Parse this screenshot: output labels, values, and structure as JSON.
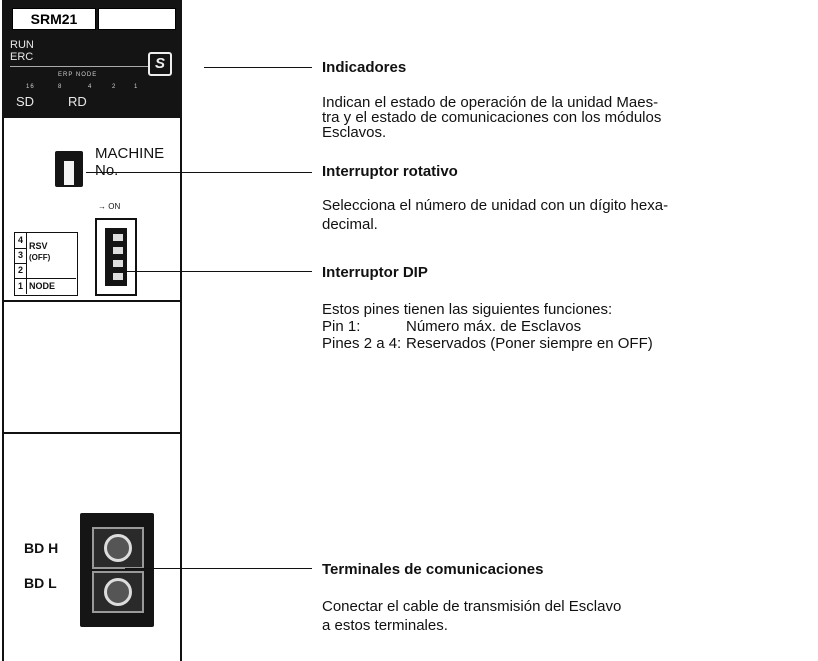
{
  "device": {
    "model": "SRM21",
    "indicators": {
      "run": "RUN",
      "erc": "ERC",
      "erp_node": "ERP NODE",
      "bits": [
        "16",
        "8",
        "4",
        "2",
        "1"
      ],
      "sd": "SD",
      "rd": "RD"
    },
    "logo": "S",
    "rotary": {
      "line1": "MACHINE",
      "line2": "No."
    },
    "dip": {
      "on_label": "→ ON",
      "rows": [
        "4",
        "3",
        "2",
        "1"
      ],
      "rsv": "RSV",
      "off": "(OFF)",
      "node": "NODE"
    },
    "terminals": {
      "high": "BD H",
      "low": "BD L"
    }
  },
  "callouts": [
    {
      "title": "Indicadores",
      "lines": [
        "Indican el estado de operación de la unidad Maes-",
        "tra y el estado de comunicaciones con los módulos",
        "Esclavos."
      ]
    },
    {
      "title": "Interruptor rotativo",
      "lines": [
        "Selecciona el número de unidad con un dígito hexa-",
        "decimal."
      ]
    },
    {
      "title": "Interruptor DIP",
      "lines": [
        "Estos pines tienen las siguientes funciones:"
      ],
      "pins": [
        {
          "label": "Pin 1:",
          "value": "Número máx. de Esclavos"
        },
        {
          "label": "Pines 2 a 4:",
          "value": "Reservados (Poner siempre en OFF)"
        }
      ]
    },
    {
      "title": "Terminales de comunicaciones",
      "lines": [
        "Conectar el cable de transmisión del Esclavo",
        "a estos terminales."
      ]
    }
  ]
}
